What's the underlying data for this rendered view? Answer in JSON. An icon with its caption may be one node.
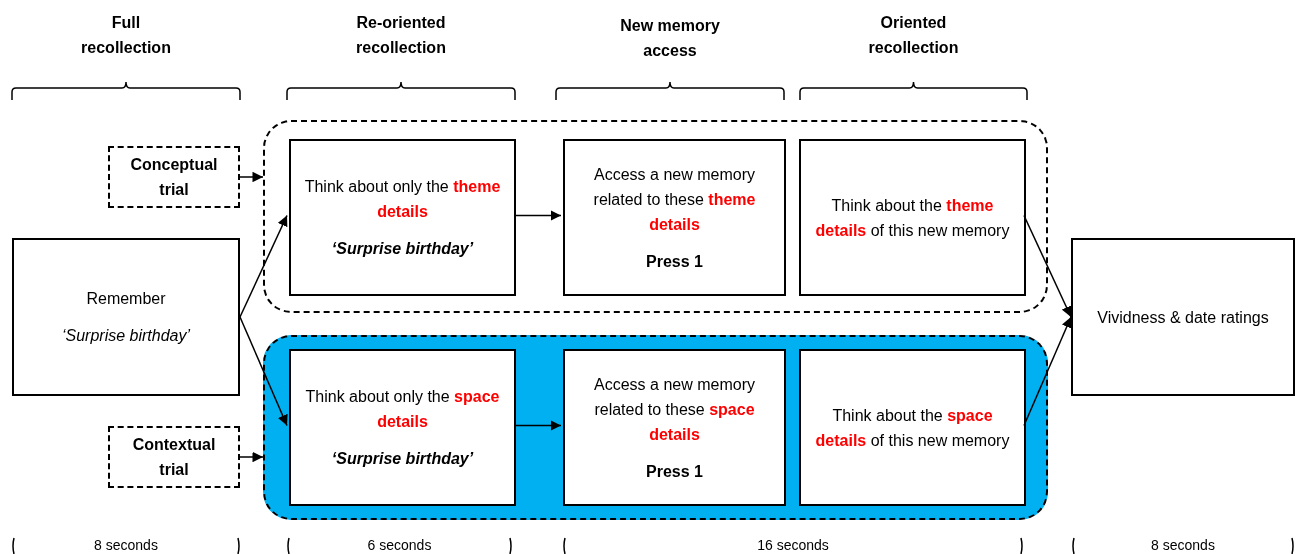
{
  "diagram": {
    "nodes": [
      {
        "text": [
          "Conceptual trial"
        ]
      },
      {
        "text": [],
        "shape": "box"
      },
      {
        "text": [
          "Think about only the **theme details**",
          "‘Surprise birthday’"
        ],
        "in": 1
      },
      {
        "text": [
          "Access a new memory related to these **theme details**",
          "Press 1"
        ],
        "in": 1
      },
      {
        "text": [
          "Think about the **theme details** of this new memory"
        ],
        "in": 1
      },
      {
        "text": [
          "Remember",
          "‘Surprise birthday’"
        ]
      },
      {
        "text": [
          "Vividness & date ratings"
        ]
      },
      {
        "text": [],
        "shape": "box"
      },
      {
        "text": [
          "Think about only the **space details**",
          "‘Surprise birthday’"
        ],
        "in": 7
      },
      {
        "text": [
          "Access a new memory related to these **space details**",
          "Press 1"
        ],
        "in": 7
      },
      {
        "text": [
          "Think about the **space details** of this new memory"
        ],
        "in": 7
      },
      {
        "text": [
          "Contextual trial"
        ]
      }
    ],
    "edges": [
      {
        "from": 0,
        "to": 1,
        "arrow": "to"
      },
      {
        "from": 5,
        "to": 2,
        "arrow": "to"
      },
      {
        "from": 5,
        "to": 8,
        "arrow": "to"
      },
      {
        "from": 2,
        "to": 3,
        "arrow": "to"
      },
      {
        "from": 8,
        "to": 9,
        "arrow": "to"
      },
      {
        "from": 4,
        "to": 6,
        "arrow": "to"
      },
      {
        "from": 10,
        "to": 6,
        "arrow": "to"
      },
      {
        "from": 11,
        "to": 7,
        "arrow": "to"
      }
    ],
    "labels": [
      "Full recollection",
      "Re-oriented recollection",
      "New memory access",
      "Oriented recollection",
      "8 seconds",
      "6 seconds",
      "16 seconds",
      "8 seconds"
    ]
  }
}
